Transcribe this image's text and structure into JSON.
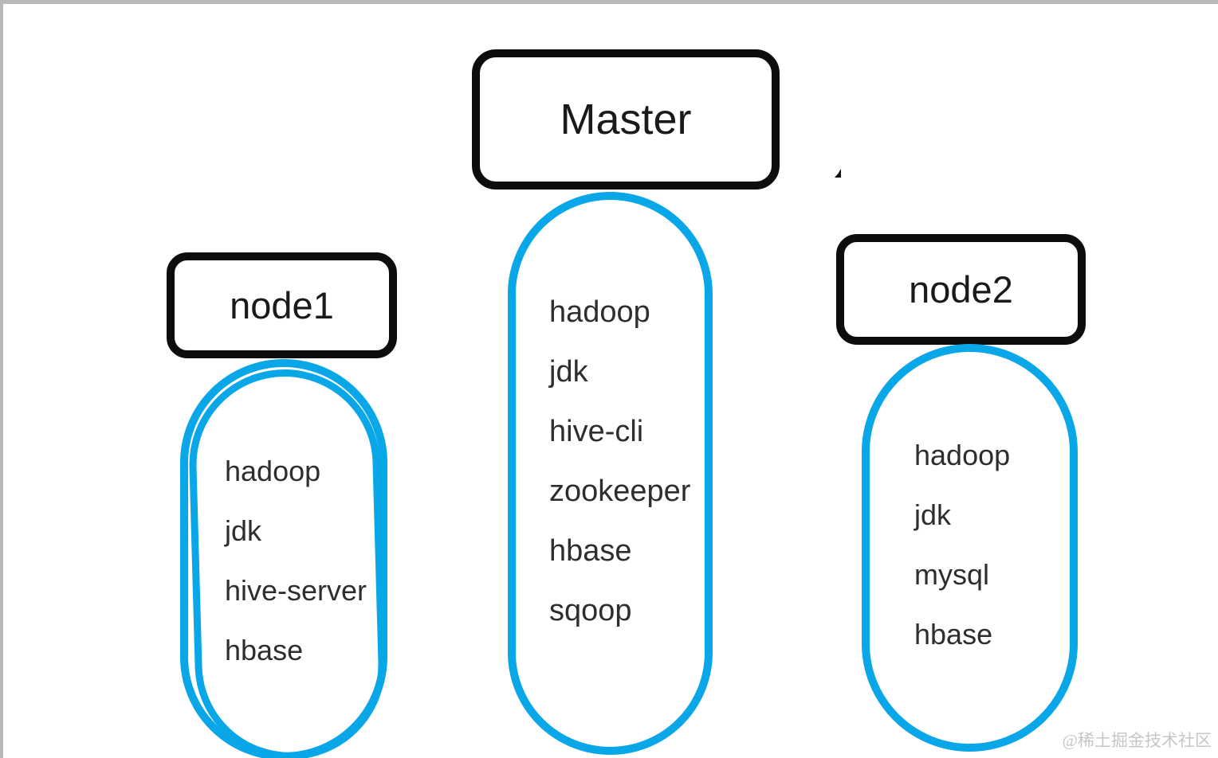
{
  "slide": {
    "watermark": "@稀土掘金技术社区",
    "colors": {
      "accent_blue": "#0aa7e8",
      "box_border_black": "#0d0d0d",
      "frame_gray": "#b9b9b9",
      "text": "#2e2e2e",
      "watermark_gray": "#c6c6c6"
    }
  },
  "nodes": {
    "master": {
      "label": "Master",
      "packages": [
        "hadoop",
        "jdk",
        "hive-cli",
        "zookeeper",
        "hbase",
        "sqoop"
      ]
    },
    "node1": {
      "label": "node1",
      "packages": [
        "hadoop",
        "jdk",
        "hive-server",
        "hbase"
      ]
    },
    "node2": {
      "label": "node2",
      "packages": [
        "hadoop",
        "jdk",
        "mysql",
        "hbase"
      ]
    }
  }
}
